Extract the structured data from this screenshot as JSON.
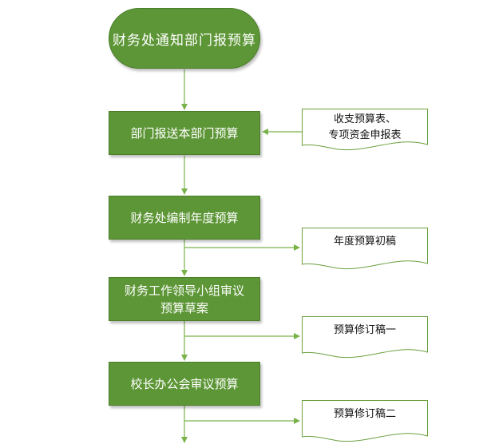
{
  "start": {
    "label": "财务处通知部门报预算"
  },
  "steps": [
    {
      "lines": [
        "部门报送本部门预算"
      ]
    },
    {
      "lines": [
        "财务处编制年度预算"
      ]
    },
    {
      "lines": [
        "财务工作领导小组审议",
        "预算草案"
      ]
    },
    {
      "lines": [
        "校长办公会审议预算"
      ]
    }
  ],
  "documents": [
    {
      "lines": [
        "收支预算表、",
        "专项资金申报表"
      ]
    },
    {
      "lines": [
        "年度预算初稿"
      ]
    },
    {
      "lines": [
        "预算修订稿一"
      ]
    },
    {
      "lines": [
        "预算修订稿二"
      ]
    }
  ],
  "colors": {
    "node_fill": "#5d9636",
    "connector": "#7ab24a",
    "doc_border": "#6aa03f"
  }
}
